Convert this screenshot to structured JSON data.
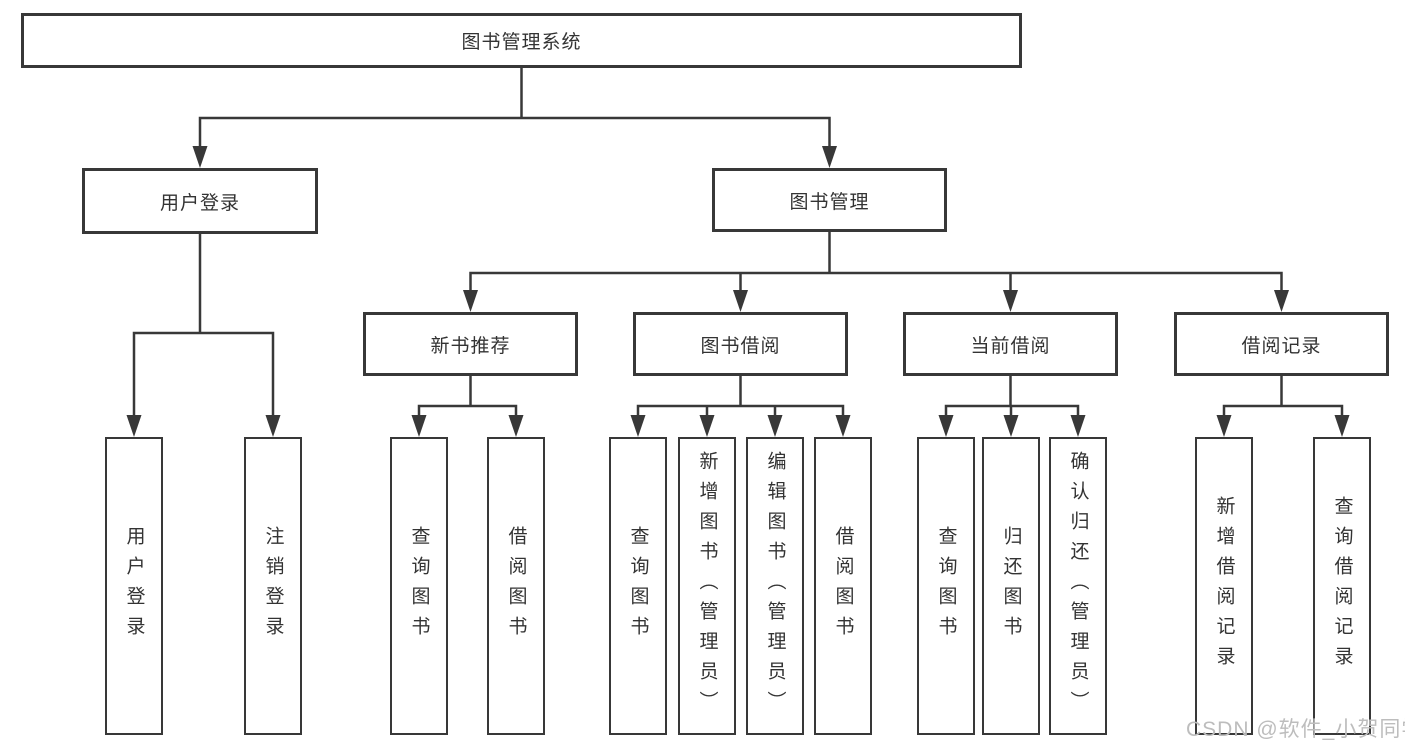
{
  "tree": {
    "root": "图书管理系统",
    "branches": [
      {
        "label": "用户登录",
        "children": [
          {
            "label": "用户登录"
          },
          {
            "label": "注销登录"
          }
        ]
      },
      {
        "label": "图书管理",
        "groups": [
          {
            "label": "新书推荐",
            "children": [
              {
                "label": "查询图书"
              },
              {
                "label": "借阅图书"
              }
            ]
          },
          {
            "label": "图书借阅",
            "children": [
              {
                "label": "查询图书"
              },
              {
                "label": "新增图书（管理员）"
              },
              {
                "label": "编辑图书（管理员）"
              },
              {
                "label": "借阅图书"
              }
            ]
          },
          {
            "label": "当前借阅",
            "children": [
              {
                "label": "查询图书"
              },
              {
                "label": "归还图书"
              },
              {
                "label": "确认归还（管理员）"
              }
            ]
          },
          {
            "label": "借阅记录",
            "children": [
              {
                "label": "新增借阅记录"
              },
              {
                "label": "查询借阅记录"
              }
            ]
          }
        ]
      }
    ]
  },
  "watermark": {
    "text": "CSDN @软件_小贺同学"
  },
  "colors": {
    "line": "#383838",
    "box_border": "#383838",
    "box_background": "#ffffff",
    "text": "#333333",
    "watermark": "#bdbdbd"
  }
}
